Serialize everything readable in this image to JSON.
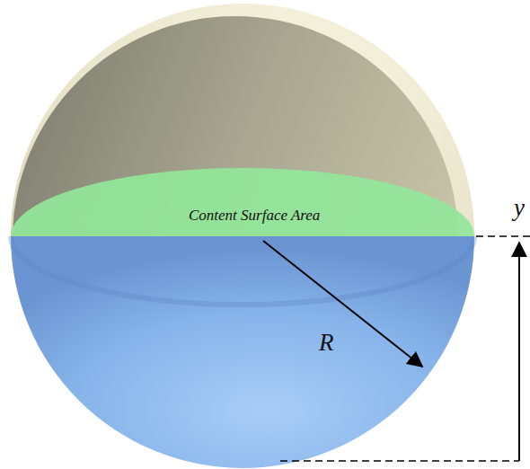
{
  "diagram": {
    "nodes": [
      {
        "text": [
          "Content Surface Area"
        ]
      }
    ],
    "labels": [
      "R",
      "y"
    ]
  }
}
